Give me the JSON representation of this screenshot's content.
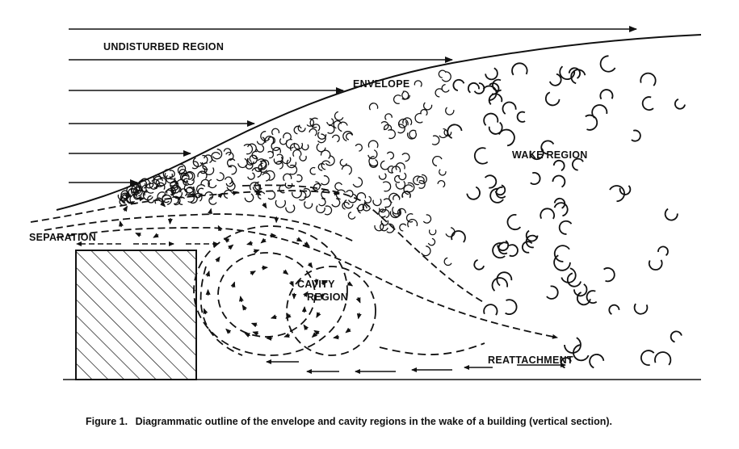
{
  "labels": {
    "undisturbed": "UNDISTURBED REGION",
    "envelope": "ENVELOPE",
    "wake": "WAKE REGION",
    "separation": "SEPARATION",
    "cavity_line1": "CAVITY",
    "cavity_line2": "REGION",
    "reattachment": "REATTACHMENT"
  },
  "caption": {
    "figure": "Figure 1.",
    "text": "Diagrammatic outline of the envelope and cavity regions in the wake of a building (vertical section)."
  },
  "colors": {
    "ink": "#111111",
    "paper": "#ffffff"
  }
}
